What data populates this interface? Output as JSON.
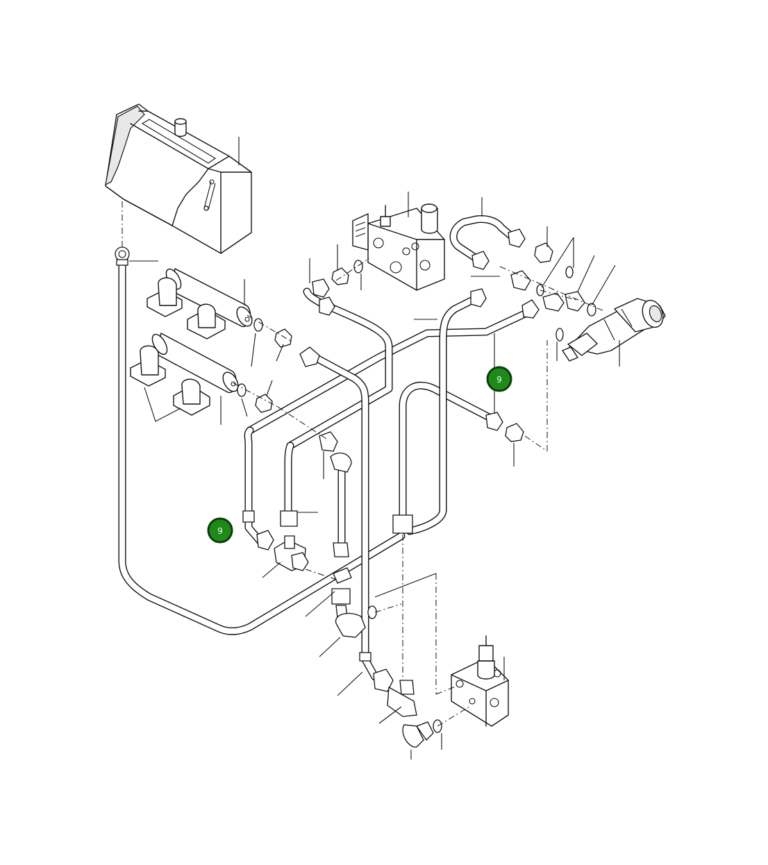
{
  "diagram": {
    "callouts": [
      {
        "id": "callout-upper-right",
        "label": "9"
      },
      {
        "id": "callout-lower-left",
        "label": "9"
      }
    ]
  }
}
